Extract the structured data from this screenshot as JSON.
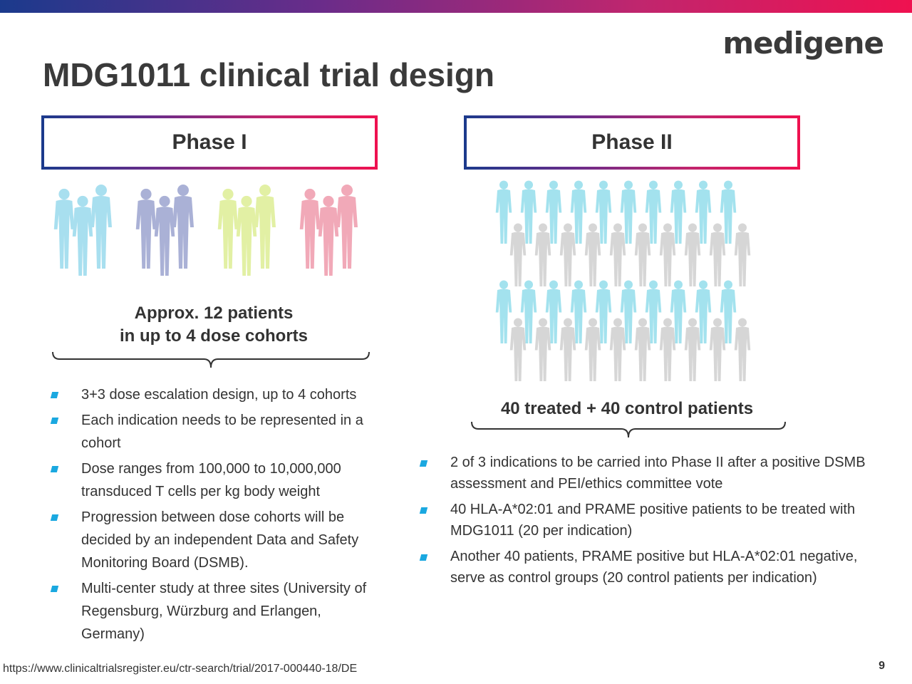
{
  "header": {
    "logo_text": "medigene",
    "title": "MDG1011 clinical trial design",
    "accent_colors": [
      "#1b3a8c",
      "#6a2c8a",
      "#c0266e",
      "#ef1150"
    ]
  },
  "phase1": {
    "label": "Phase I",
    "caption_line1": "Approx. 12 patients",
    "caption_line2": "in up to 4 dose cohorts",
    "cohort_colors": [
      "#a8dfef",
      "#aab1d6",
      "#e2f0a4",
      "#f1a9b8"
    ],
    "bullets": [
      "3+3 dose escalation design, up to 4 cohorts",
      "Each indication needs to be represented in a cohort",
      "Dose ranges from 100,000 to 10,000,000 transduced  T cells per kg body weight",
      "Progression between dose cohorts will be decided by an independent Data and Safety Monitoring Board (DSMB).",
      "Multi-center study at three sites (University of Regensburg, Würzburg and Erlangen, Germany)"
    ]
  },
  "phase2": {
    "label": "Phase II",
    "caption": "40 treated  + 40 control patients",
    "treated_color": "#a3e2ee",
    "control_color": "#d6d6d6",
    "bullets": [
      "2 of 3 indications to be carried into Phase II after a positive DSMB assessment and PEI/ethics committee vote",
      "40 HLA-A*02:01 and PRAME positive patients to be treated with MDG1011 (20 per indication)",
      "Another 40 patients, PRAME positive but HLA-A*02:01 negative, serve as control groups (20 control patients per indication)"
    ]
  },
  "footer": {
    "source_url": "https://www.clinicaltrialsregister.eu/ctr-search/trial/2017-000440-18/DE",
    "page_number": "9"
  }
}
